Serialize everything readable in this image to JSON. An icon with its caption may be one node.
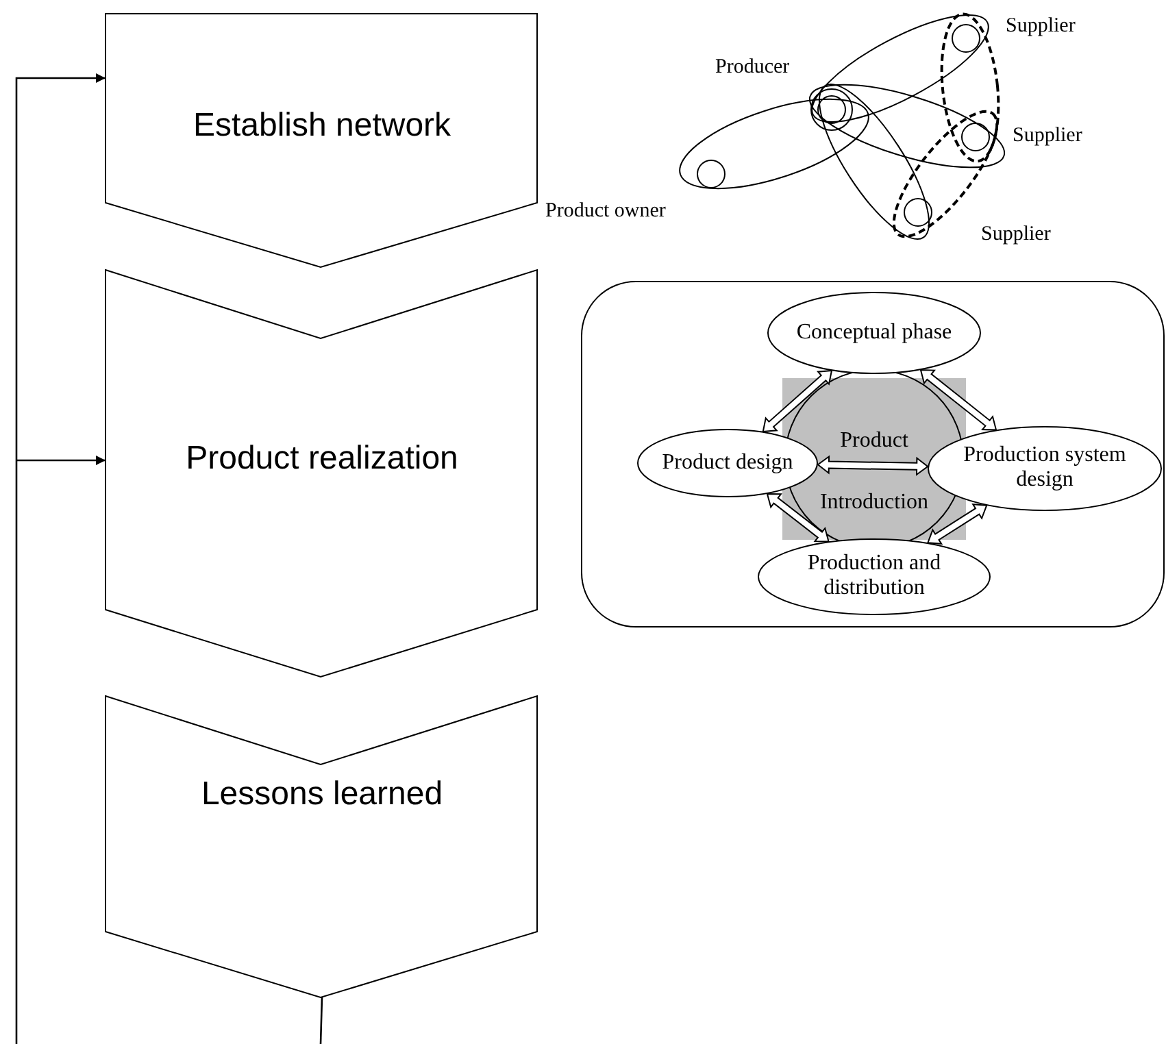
{
  "diagram": {
    "nodes": [
      {
        "text": [
          "Establish network"
        ]
      },
      {
        "text": [
          "Product realization"
        ]
      },
      {
        "text": [
          "Lessons learned"
        ]
      },
      {
        "text": [],
        "shape": "circle"
      },
      {
        "text": [],
        "shape": "circle",
        "beside": [
          "Producer"
        ]
      },
      {
        "text": [],
        "shape": "circle",
        "beside": [
          "Supplier"
        ]
      },
      {
        "text": [],
        "shape": "circle",
        "beside": [
          "Supplier"
        ]
      },
      {
        "text": [],
        "shape": "circle",
        "beside": [
          "Supplier"
        ]
      },
      {
        "text": [],
        "shape": "box"
      },
      {
        "text": [
          "Product Introduction"
        ],
        "in": 8
      },
      {
        "text": [
          "Conceptual phase"
        ],
        "in": 8
      },
      {
        "text": [
          "Product design"
        ],
        "in": 8
      },
      {
        "text": [
          "Production system design"
        ],
        "in": 8
      },
      {
        "text": [
          "Production and distribution"
        ],
        "in": 8
      }
    ],
    "edges": [
      {
        "from": null,
        "to": 0,
        "arrow": "to"
      },
      {
        "from": null,
        "to": 1,
        "arrow": "to"
      },
      {
        "from": 2,
        "to": null,
        "arrow": "none"
      },
      {
        "from": 10,
        "to": 11,
        "arrow": "both"
      },
      {
        "from": 10,
        "to": 12,
        "arrow": "both"
      },
      {
        "from": 11,
        "to": 12,
        "arrow": "both"
      },
      {
        "from": 11,
        "to": 13,
        "arrow": "both"
      },
      {
        "from": 12,
        "to": 13,
        "arrow": "both"
      }
    ],
    "labels": [
      "Product owner"
    ]
  }
}
